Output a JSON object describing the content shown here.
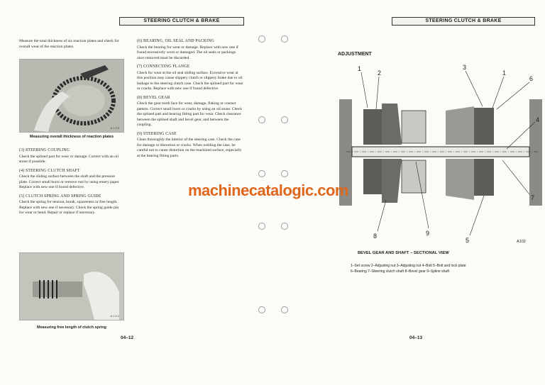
{
  "left_page": {
    "header": "STEERING CLUTCH & BRAKE",
    "intro": "Measure the total thickness of six reaction plates and check for overall wear of the reaction plates.",
    "photo1": {
      "code": "A 1 3 0",
      "caption": "Measuring overall thickness of reaction plates"
    },
    "sections_col1": [
      {
        "title": "(3)  STEERING COUPLING",
        "body": "Check the splined part for wear or damage. Correct with an oil stone if possible."
      },
      {
        "title": "(4)  STEERING CLUTCH SHAFT",
        "body": "Check the sliding surface between the shaft and the pressure plate. Correct small burrs or remove rust by using emery paper. Replace with new one if found defective."
      },
      {
        "title": "(5)  CLUTCH SPRING AND SPRING GUIDE",
        "body": "Check the spring for tension, break, squareness or free length. Replace with new one if necessary. Check the spring guide pin for wear or bend. Repair or replace if necessary."
      }
    ],
    "photo2": {
      "code": "A 1 3 1",
      "caption": "Measuring free length of clutch spring"
    },
    "sections_col2": [
      {
        "title": "(6)  BEARING, OIL SEAL AND PACKING",
        "body": "Check the bearing for wear or damage. Replace with new one if found excessively worn or damaged. The oil seals or packings once removed must be discarded."
      },
      {
        "title": "(7)  CONNECTING FLANGE",
        "body": "Check for wear at the oil seal sliding surface. Excessive wear at this position may cause slippery clutch or slippery brake due to oil leakage to the steering clutch case. Check the splined part for wear or cracks. Replace with new one if found defective."
      },
      {
        "title": "(8)  BEVEL GEAR",
        "body": "Check the gear tooth face for wear, damage, flaking or contact pattern. Correct small burrs or cracks by using an oil stone. Check the splined part and bearing fitting part for wear. Check clearance between the splined shaft and bevel gear, and between the coupling."
      },
      {
        "title": "(9)  STEERING CASE",
        "body": "Clean thoroughly the interior of the steering case. Check the case for damage or distortion or cracks. When welding the case, be careful not to cause distortion on the machined surface, especially at the bearing fitting parts."
      }
    ],
    "page_number": "04–12"
  },
  "right_page": {
    "header": "STEERING CLUTCH & BRAKE",
    "section_title": "ADJUSTMENT",
    "diagram_labels": [
      "1",
      "2",
      "3",
      "1",
      "6",
      "4",
      "7",
      "8",
      "9",
      "5"
    ],
    "figure_code": "A102",
    "diagram_title": "BEVEL GEAR AND SHAFT – SECTIONAL VIEW",
    "legend_line1": "1–Set screw  2–Adjusting nut  3–Adjusting nut  4–Bolt  5–Bolt and lock plate",
    "legend_line2": "6–Bearing  7–Steering clutch shaft  8–Bevel gear  9–Spline shaft",
    "page_number": "04–13"
  },
  "watermark": "machinecatalogic.com"
}
